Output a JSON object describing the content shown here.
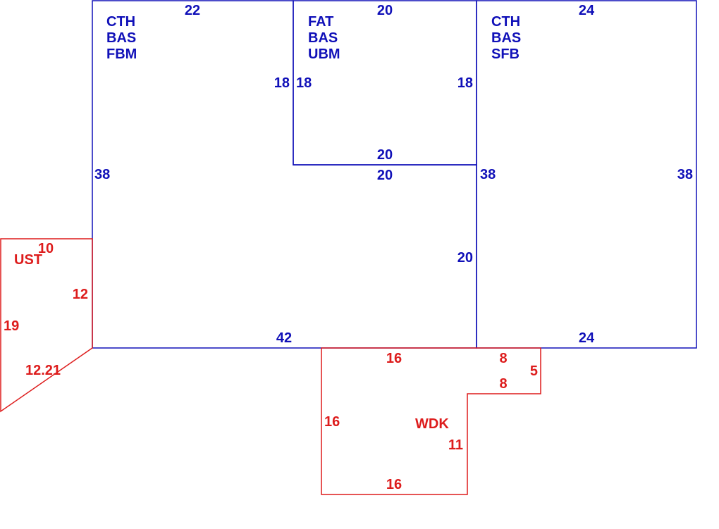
{
  "colors": {
    "main": "#1010b8",
    "addition": "#dd1c1c",
    "background": "#ffffff"
  },
  "areas": [
    {
      "id": "left-main",
      "labels": [
        "CTH",
        "BAS",
        "FBM"
      ],
      "dims": {
        "top": "22",
        "left": "38",
        "right": "18",
        "bottom": "42"
      }
    },
    {
      "id": "middle-upper",
      "labels": [
        "FAT",
        "BAS",
        "UBM"
      ],
      "dims": {
        "top": "20",
        "left": "18",
        "right": "18",
        "bottom": "20"
      }
    },
    {
      "id": "middle-lower",
      "dims": {
        "top": "20",
        "right": "20"
      }
    },
    {
      "id": "right-main",
      "labels": [
        "CTH",
        "BAS",
        "SFB"
      ],
      "dims": {
        "top": "24",
        "left": "38",
        "right": "38",
        "bottom": "24"
      }
    },
    {
      "id": "ust",
      "labels": [
        "UST"
      ],
      "dims": {
        "top": "10",
        "right": "12",
        "left": "19",
        "diagonal": "12.21"
      }
    },
    {
      "id": "wdk",
      "labels": [
        "WDK"
      ],
      "dims": {
        "top": "16",
        "left": "16",
        "bottom": "16",
        "step_right": "11",
        "ext_top": "8",
        "ext_right": "5",
        "ext_bottom": "8"
      }
    }
  ]
}
